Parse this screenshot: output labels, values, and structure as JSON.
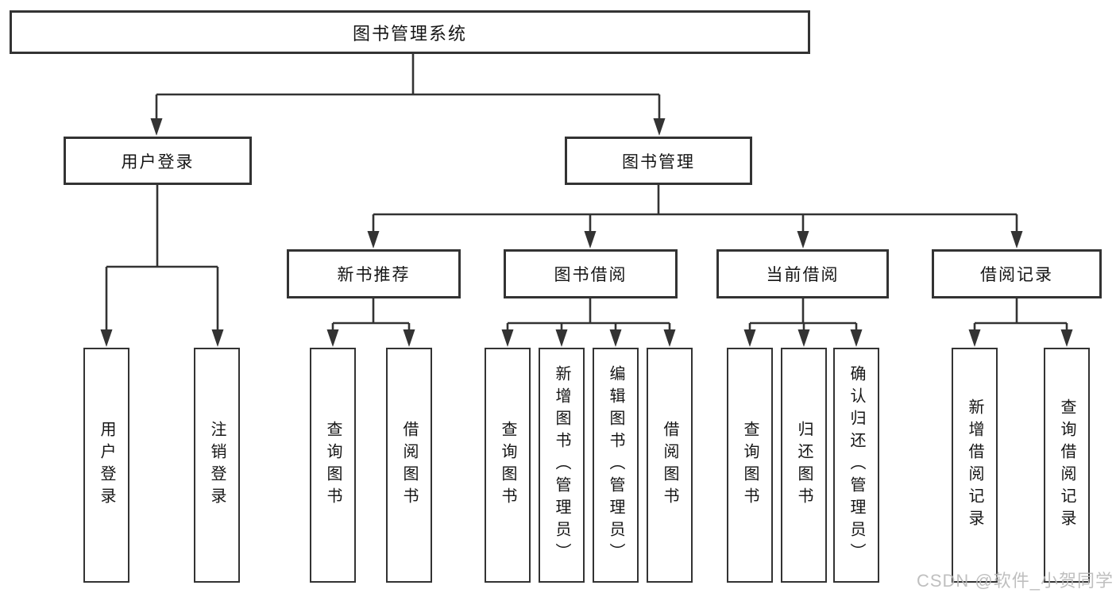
{
  "root": {
    "label": "图书管理系统"
  },
  "level2": {
    "user_login": {
      "label": "用户登录"
    },
    "book_management": {
      "label": "图书管理"
    }
  },
  "level3": {
    "new_book_recommend": {
      "label": "新书推荐"
    },
    "book_borrow": {
      "label": "图书借阅"
    },
    "current_borrow": {
      "label": "当前借阅"
    },
    "borrow_records": {
      "label": "借阅记录"
    }
  },
  "leaves": {
    "user_login": [
      "用户登录",
      "注销登录"
    ],
    "new_book_recommend": [
      "查询图书",
      "借阅图书"
    ],
    "book_borrow": [
      "查询图书",
      "新增图书（管理员）",
      "编辑图书（管理员）",
      "借阅图书"
    ],
    "current_borrow": [
      "查询图书",
      "归还图书",
      "确认归还（管理员）"
    ],
    "borrow_records": [
      "新增借阅记录",
      "查询借阅记录"
    ]
  },
  "watermark": "CSDN @软件_小贺同学",
  "colors": {
    "line": "#333333",
    "text": "#151515",
    "background": "#ffffff",
    "watermark": "#b9b9b9"
  }
}
